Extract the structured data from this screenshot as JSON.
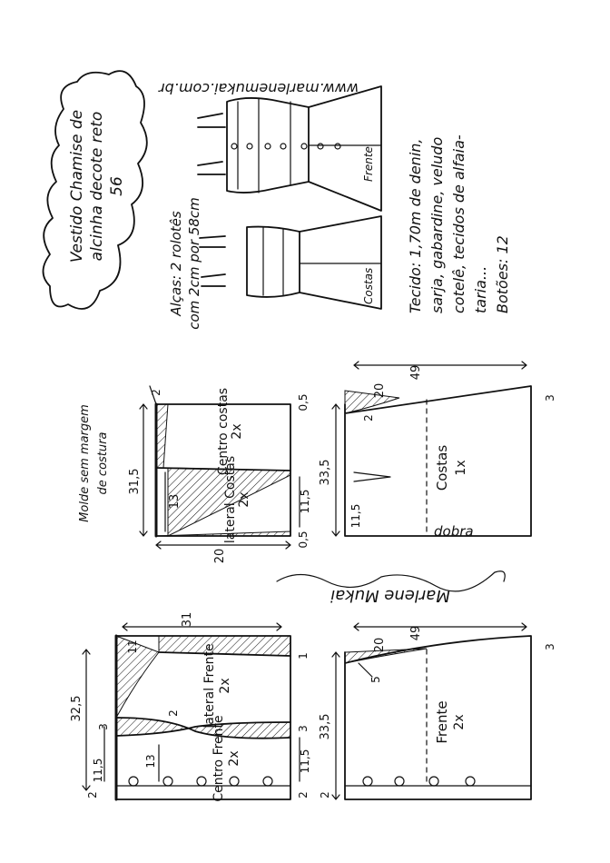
{
  "title": {
    "line1": "Vestido Chamise de",
    "line2": "alcinha decote reto",
    "size": "56"
  },
  "website": "www.marlenemukai.com.br",
  "straps_note": {
    "line1": "Alças: 2 rolotês",
    "line2": "com 2cm por 58cm"
  },
  "fabric_note": {
    "line1": "Tecido: 1,70m de denin,",
    "line2": "sarja, gabardine, veludo",
    "line3": "cotelê, tecidos de alfaia-",
    "line4": "taria...",
    "line5": "Botões: 12"
  },
  "sketches": {
    "front_label": "Frente",
    "back_label": "Costas"
  },
  "mold_note": {
    "line1": "Molde sem margem",
    "line2": "de costura"
  },
  "back_bodice": {
    "center_back": {
      "name": "Centro costas",
      "qty": "2x"
    },
    "side_back": {
      "name": "lateral Costas",
      "qty": "2x"
    },
    "dims": {
      "height": "31,5",
      "lower": "13",
      "width": "20",
      "top": "2",
      "right_top": "0,5",
      "right_mid": "11,5",
      "right_bottom": "0,5"
    }
  },
  "back_skirt": {
    "name": "Costas",
    "qty": "1x",
    "fold": "dobra",
    "dims": {
      "width": "49",
      "top_curve": "20",
      "side": "33,5",
      "dart": "11,5",
      "drop": "2",
      "right": "3"
    }
  },
  "front_bodice": {
    "side_front": {
      "name": "lateral Frente",
      "qty": "2x"
    },
    "center_front": {
      "name": "Centro Frente",
      "qty": "2x"
    },
    "dims": {
      "height": "32,5",
      "width": "31",
      "top_left": "11",
      "right_top": "1",
      "mid": "2",
      "left_mid": "3",
      "lower": "13",
      "left_low": "11,5",
      "right_low": "11,5",
      "bottom_left": "2",
      "bottom_right": "2",
      "right_mid": "3"
    }
  },
  "front_skirt": {
    "name": "Frente",
    "qty": "2x",
    "dims": {
      "width": "49",
      "top_curve": "20",
      "side": "33,5",
      "curve": "5",
      "drop": "2",
      "right": "3"
    }
  },
  "signature": "Marlene Mukai"
}
